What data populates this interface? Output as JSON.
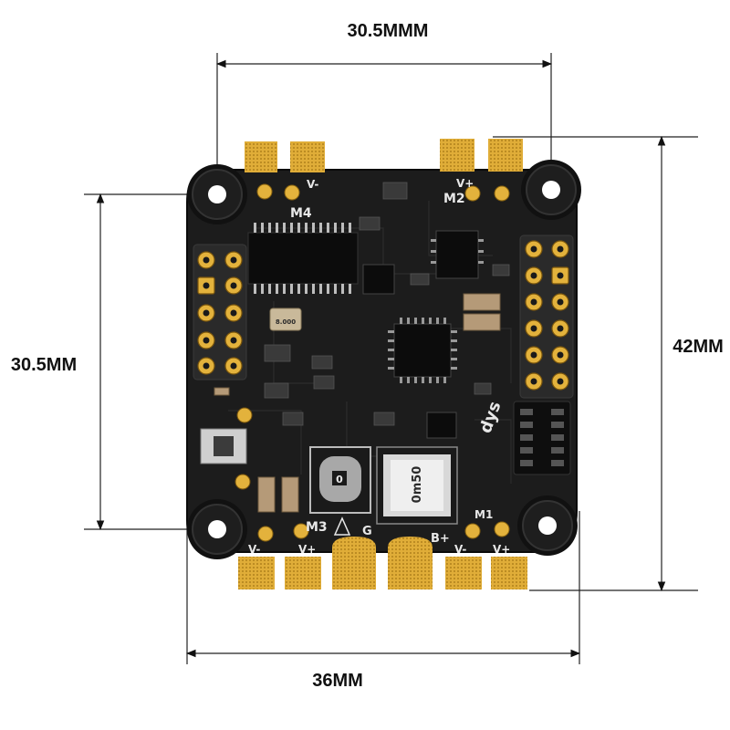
{
  "dimensions": {
    "top_width": "30.5MMM",
    "left_height": "30.5MM",
    "right_height": "42MM",
    "bottom_width": "36MM"
  },
  "silkscreen": {
    "m4": "M4",
    "m2": "M2",
    "m3": "M3",
    "m1": "M1",
    "v_minus_top": "V-",
    "v_plus_top": "V+",
    "v_minus_bottom_left": "V-",
    "v_plus_bottom_left": "V+",
    "g": "G",
    "b_plus": "B+",
    "v_minus_bottom_right": "V-",
    "v_plus_bottom_right": "V+",
    "brand": "dys",
    "shunt": "0m50",
    "shunt_block": "0",
    "crystal": "8.000"
  },
  "colors": {
    "board": "#1b1b1b",
    "gold": "#e3b23c",
    "chip": "#0d0d0d",
    "line": "#222222"
  }
}
